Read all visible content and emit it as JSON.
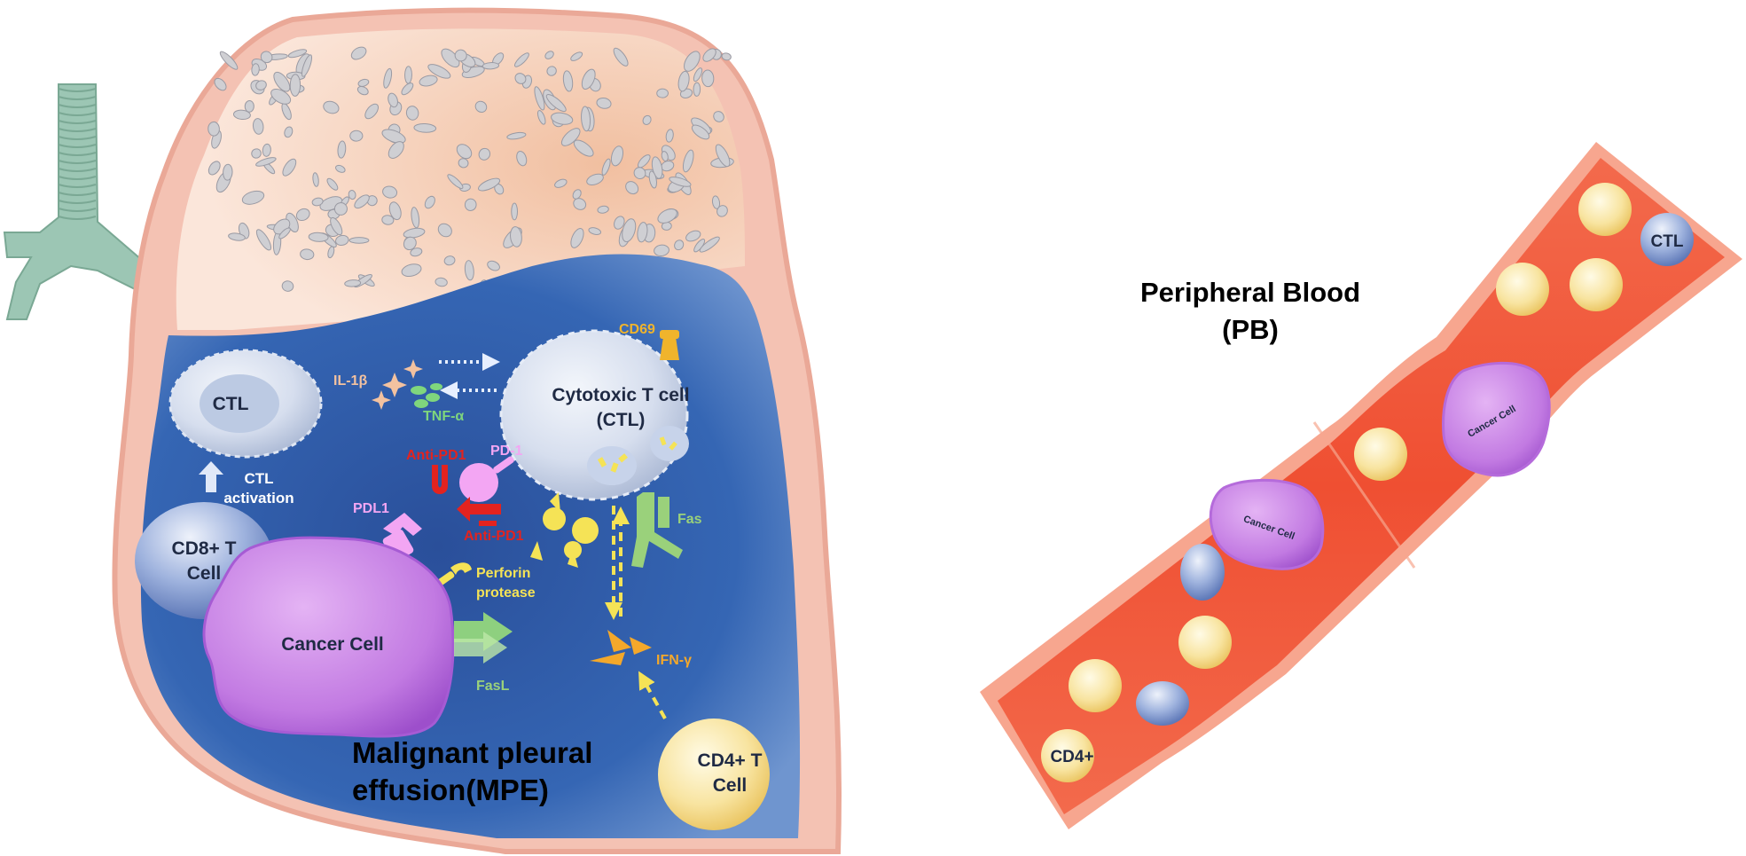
{
  "mpe": {
    "title_line1": "Malignant pleural",
    "title_line2": "effusion(MPE)",
    "ctl_small": "CTL",
    "ctl_activation_line1": "CTL",
    "ctl_activation_line2": "activation",
    "cd8_line1": "CD8+ T",
    "cd8_line2": "Cell",
    "cytotoxic_line1": "Cytotoxic T cell",
    "cytotoxic_line2": "(CTL)",
    "cd69": "CD69",
    "il1b": "IL-1β",
    "tnfa": "TNF-α",
    "anti_pd1_top": "Anti-PD1",
    "pd1": "PD-1",
    "pdl1": "PDL1",
    "anti_pd1_bottom": "Anti-PD1",
    "perforin_line1": "Perforin",
    "perforin_line2": "protease",
    "fas": "Fas",
    "fasl": "FasL",
    "ifng": "IFN-γ",
    "cancer_cell": "Cancer Cell",
    "cd4_line1": "CD4+ T",
    "cd4_line2": "Cell"
  },
  "pb": {
    "title_line1": "Peripheral Blood",
    "title_line2": "(PB)",
    "ctl": "CTL",
    "cancer_cell_1": "Cancer Cell",
    "cancer_cell_2": "Cancer Cell",
    "cd4": "CD4+"
  },
  "colors": {
    "effusion_blue": "#2e5fae",
    "lung_tissue": "#f3c7aa",
    "pleura_pink": "#f1b9ac",
    "vessel_red": "#f0553a",
    "vessel_wall": "#f7a68f",
    "trachea_green": "#9cc6b4",
    "cancer_purple": "#c77fe6",
    "ctl_light": "#dfe6f3",
    "cd4_yellow": "#f7df8f",
    "label_red": "#e3231f",
    "label_pink": "#f3a6f3",
    "label_yellow": "#f5e356",
    "label_green": "#9ad17b",
    "label_orange": "#f4a82b"
  }
}
